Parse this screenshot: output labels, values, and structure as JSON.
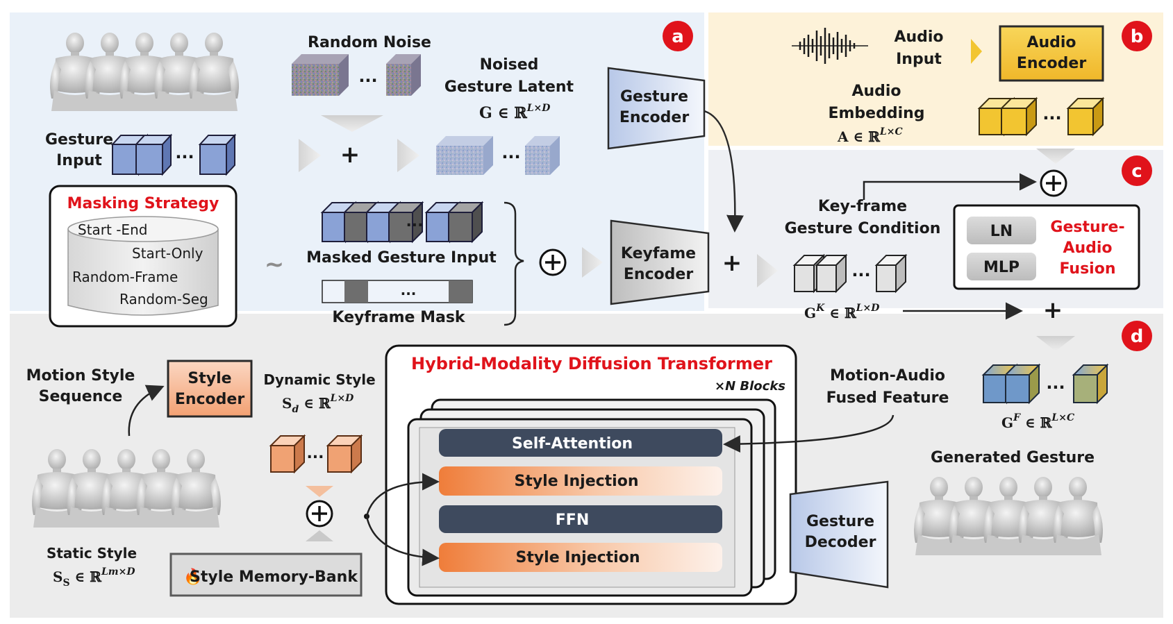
{
  "panels": {
    "a": {
      "badge": "a",
      "random_noise": "Random Noise",
      "noised_latent_line1": "Noised",
      "noised_latent_line2": "Gesture Latent",
      "noised_latent_sym": "G ∈ ℝ",
      "noised_latent_sup": "L×D",
      "gesture_input_line1": "Gesture",
      "gesture_input_line2": "Input",
      "masking_title": "Masking Strategy",
      "masking_options": [
        "Start -End",
        "Start-Only",
        "Random-Frame",
        "Random-Seg"
      ],
      "masked_input": "Masked Gesture Input",
      "keyframe_mask": "Keyframe Mask",
      "gesture_encoder_line1": "Gesture",
      "gesture_encoder_line2": "Encoder",
      "keyframe_encoder_line1": "Keyfame",
      "keyframe_encoder_line2": "Encoder",
      "plus": "+",
      "ellipsis": "...",
      "tilde": "~"
    },
    "b": {
      "badge": "b",
      "audio_input_line1": "Audio",
      "audio_input_line2": "Input",
      "audio_encoder_line1": "Audio",
      "audio_encoder_line2": "Encoder",
      "audio_embedding_line1": "Audio",
      "audio_embedding_line2": "Embedding",
      "audio_sym": "A ∈ ℝ",
      "audio_sup": "L×C"
    },
    "c": {
      "badge": "c",
      "keyframe_cond_line1": "Key-frame",
      "keyframe_cond_line2": "Gesture Condition",
      "gk_sym": "G",
      "gk_sup1": "K",
      "gk_mid": " ∈ ℝ",
      "gk_sup2": "L×D",
      "ln": "LN",
      "mlp": "MLP",
      "fusion_line1": "Gesture-",
      "fusion_line2": "Audio",
      "fusion_line3": "Fusion",
      "plus": "+"
    },
    "d": {
      "badge": "d",
      "motion_style_line1": "Motion Style",
      "motion_style_line2": "Sequence",
      "style_encoder_line1": "Style",
      "style_encoder_line2": "Encoder",
      "dynamic_style": "Dynamic Style",
      "sd_sym": "S",
      "sd_sub": "d",
      "sd_mid": " ∈ ℝ",
      "sd_sup": "L×D",
      "static_style": "Static Style",
      "ss_sym": "S",
      "ss_sub": "S",
      "ss_mid": " ∈ ℝ",
      "ss_sup": "Lm×D",
      "memory_bank": "Style Memory-Bank",
      "fire_icon": "🔥",
      "transformer_title": "Hybrid-Modality Diffusion Transformer",
      "blocks": "×N Blocks",
      "self_attention": "Self-Attention",
      "style_injection_1": "Style Injection",
      "ffn": "FFN",
      "style_injection_2": "Style Injection",
      "fused_line1": "Motion-Audio",
      "fused_line2": "Fused Feature",
      "gf_sym": "G",
      "gf_sup1": "F",
      "gf_mid": " ∈ ℝ",
      "gf_sup2": "L×C",
      "generated": "Generated Gesture",
      "gesture_decoder_line1": "Gesture",
      "gesture_decoder_line2": "Decoder"
    }
  },
  "colors": {
    "panel_a_bg": "#eaf1f9",
    "panel_b_bg": "#fdf2d9",
    "panel_c_bg": "#eef0f4",
    "panel_d_bg": "#ececec",
    "badge_red": "#e0131b",
    "accent_red": "#e0131b",
    "blue_block": "#7d95cc",
    "gray_block": "#6e6e6e",
    "gold_block": "#f2c531",
    "orange_block": "#f0a273",
    "dark_slate": "#3e4a5e",
    "orange_grad": "#ef7e3a"
  }
}
